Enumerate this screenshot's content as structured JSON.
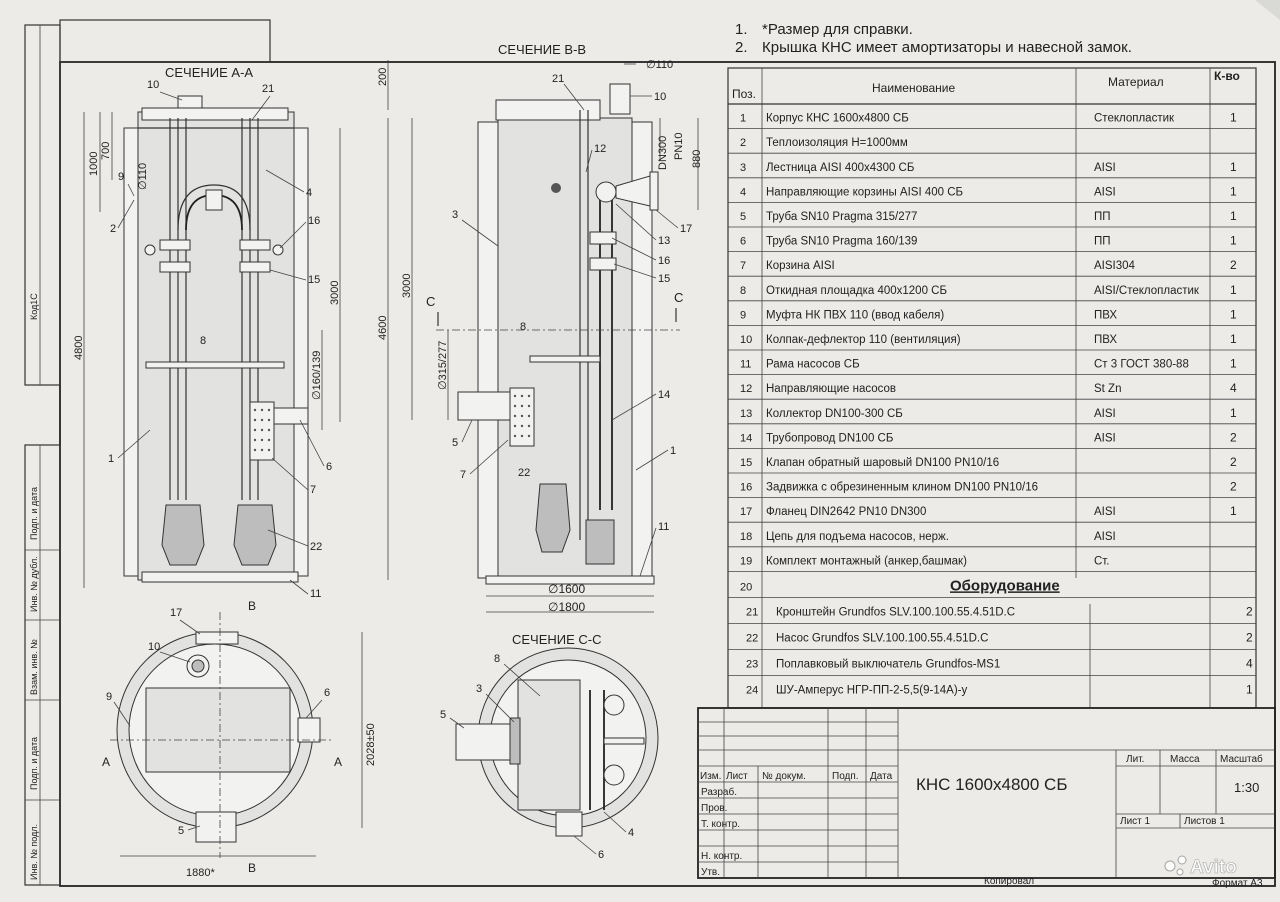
{
  "notes": [
    "1.",
    "*Размер для справки.",
    "2.",
    "Крышка КНС имеет амортизаторы и навесной замок."
  ],
  "section_aa": {
    "title": "СЕЧЕНИЕ А-А",
    "dims": [
      "1000",
      "700",
      "∅110",
      "3000",
      "4800",
      "∅160/139"
    ],
    "callouts": [
      "10",
      "21",
      "9",
      "2",
      "4",
      "16",
      "15",
      "8",
      "1",
      "6",
      "7",
      "22",
      "11"
    ]
  },
  "section_bb": {
    "title": "СЕЧЕНИЕ В-В",
    "dims": [
      "200",
      "∅110",
      "DN300",
      "PN10",
      "880",
      "3000",
      "4600",
      "∅315/277",
      "∅1600",
      "∅1800"
    ],
    "section_marks": [
      "С",
      "С"
    ],
    "callouts": [
      "21",
      "10",
      "12",
      "3",
      "13",
      "17",
      "16",
      "15",
      "8",
      "14",
      "5",
      "7",
      "1",
      "22",
      "11"
    ]
  },
  "plan": {
    "marks": [
      "В",
      "В",
      "А",
      "А"
    ],
    "dims": [
      "2028±50",
      "1880*"
    ],
    "callouts": [
      "17",
      "10",
      "9",
      "6",
      "5"
    ]
  },
  "section_cc": {
    "title": "СЕЧЕНИЕ С-С",
    "callouts": [
      "8",
      "3",
      "5",
      "4",
      "6"
    ]
  },
  "spec_table": {
    "headers": {
      "pos": "Поз.",
      "name": "Наименование",
      "material": "Материал",
      "qty": "К-во"
    },
    "rows": [
      {
        "pos": "1",
        "name": "Корпус КНС 1600х4800 СБ",
        "material": "Стеклопластик",
        "qty": "1"
      },
      {
        "pos": "2",
        "name": "Теплоизоляция Н=1000мм",
        "material": "",
        "qty": ""
      },
      {
        "pos": "3",
        "name": "Лестница AISI 400х4300 СБ",
        "material": "AISI",
        "qty": "1"
      },
      {
        "pos": "4",
        "name": "Направляющие корзины AISI 400 СБ",
        "material": "AISI",
        "qty": "1"
      },
      {
        "pos": "5",
        "name": "Труба SN10 Pragma 315/277",
        "material": "ПП",
        "qty": "1"
      },
      {
        "pos": "6",
        "name": "Труба SN10 Pragma 160/139",
        "material": "ПП",
        "qty": "1"
      },
      {
        "pos": "7",
        "name": "Корзина AISI",
        "material": "AISI304",
        "qty": "2"
      },
      {
        "pos": "8",
        "name": "Откидная площадка 400х1200 СБ",
        "material": "AISI/Стеклопластик",
        "qty": "1"
      },
      {
        "pos": "9",
        "name": "Муфта НК ПВХ 110 (ввод кабеля)",
        "material": "ПВХ",
        "qty": "1"
      },
      {
        "pos": "10",
        "name": "Колпак-дефлектор 110 (вентиляция)",
        "material": "ПВХ",
        "qty": "1"
      },
      {
        "pos": "11",
        "name": "Рама насосов СБ",
        "material": "Ст 3 ГОСТ 380-88",
        "qty": "1"
      },
      {
        "pos": "12",
        "name": "Направляющие насосов",
        "material": "St Zn",
        "qty": "4"
      },
      {
        "pos": "13",
        "name": "Коллектор DN100-300 СБ",
        "material": "AISI",
        "qty": "1"
      },
      {
        "pos": "14",
        "name": "Трубопровод DN100 СБ",
        "material": "AISI",
        "qty": "2"
      },
      {
        "pos": "15",
        "name": "Клапан обратный шаровый DN100 PN10/16",
        "material": "",
        "qty": "2"
      },
      {
        "pos": "16",
        "name": "Задвижка с обрезиненным клином DN100 PN10/16",
        "material": "",
        "qty": "2"
      },
      {
        "pos": "17",
        "name": "Фланец DIN2642 PN10 DN300",
        "material": "AISI",
        "qty": "1"
      },
      {
        "pos": "18",
        "name": "Цепь для подъема насосов, нерж.",
        "material": "AISI",
        "qty": ""
      },
      {
        "pos": "19",
        "name": "Комплект монтажный (анкер,башмак)",
        "material": "Ст.",
        "qty": ""
      }
    ],
    "equipment_row": {
      "pos": "20",
      "name": "Оборудование"
    },
    "equipment": [
      {
        "pos": "21",
        "name": "Кронштейн  Grundfos SLV.100.100.55.4.51D.C",
        "qty": "2"
      },
      {
        "pos": "22",
        "name": "Насос Grundfos SLV.100.100.55.4.51D.C",
        "qty": "2"
      },
      {
        "pos": "23",
        "name": "Поплавковый выключатель Grundfos-MS1",
        "qty": "4"
      },
      {
        "pos": "24",
        "name": "ШУ-Амперус НГР-ПП-2-5,5(9-14А)-у",
        "qty": "1"
      }
    ]
  },
  "title_block": {
    "cols": [
      "Изм.",
      "Лист",
      "№ докум.",
      "Подп.",
      "Дата"
    ],
    "roles": [
      "Разраб.",
      "Пров.",
      "Т. контр.",
      "Н. контр.",
      "Утв."
    ],
    "title": "КНС 1600х4800 СБ",
    "lit": "Лит.",
    "mass": "Масса",
    "scale_label": "Масштаб",
    "scale": "1:30",
    "sheet": "Лист 1",
    "sheets": "Листов 1",
    "copied": "Копировал",
    "format": "Формат А3"
  },
  "side_stamps": [
    "Инв. № подл.",
    "Подп. и дата",
    "Взам. инв. №",
    "Инв. № дубл.",
    "Подп. и дата",
    "Код1С"
  ],
  "watermark": "Avito"
}
